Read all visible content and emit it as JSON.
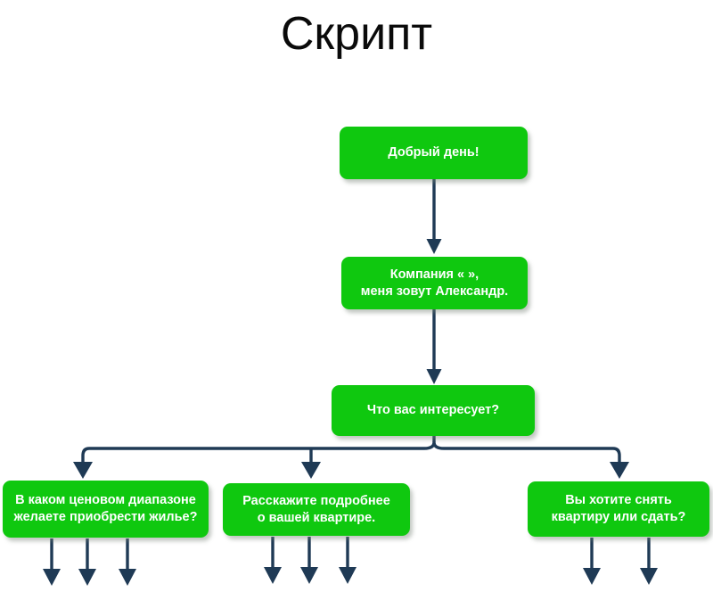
{
  "title": "Скрипт",
  "colors": {
    "node_fill": "#0fc80f",
    "node_text": "#ffffff",
    "connector": "#1f3a55",
    "title_text": "#0a0a0a",
    "background": "#ffffff"
  },
  "nodes": {
    "greeting": {
      "lines": [
        "Добрый день!"
      ]
    },
    "company": {
      "lines": [
        "Компания «        »,",
        "меня зовут Александр."
      ]
    },
    "interest": {
      "lines": [
        "Что вас интересует?"
      ]
    },
    "price_range": {
      "lines": [
        "В каком ценовом диапазоне",
        "желаете приобрести жилье?"
      ]
    },
    "apartment_details": {
      "lines": [
        "Расскажите подробнее",
        "о вашей квартире."
      ]
    },
    "rent_or_lease": {
      "lines": [
        "Вы хотите снять",
        "квартиру или сдать?"
      ]
    }
  },
  "chart_data": {
    "type": "diagram",
    "title": "Скрипт",
    "diagram_kind": "flowchart",
    "orientation": "top-down",
    "node_list": [
      {
        "id": "greeting",
        "label": "Добрый день!",
        "level": 0
      },
      {
        "id": "company",
        "label": "Компания «        », меня зовут Александр.",
        "level": 1
      },
      {
        "id": "interest",
        "label": "Что вас интересует?",
        "level": 2
      },
      {
        "id": "price_range",
        "label": "В каком ценовом диапазоне желаете приобрести жилье?",
        "level": 3
      },
      {
        "id": "apartment_details",
        "label": "Расскажите подробнее о вашей квартире.",
        "level": 3
      },
      {
        "id": "rent_or_lease",
        "label": "Вы хотите снять квартиру или сдать?",
        "level": 3
      }
    ],
    "edges": [
      {
        "from": "greeting",
        "to": "company"
      },
      {
        "from": "company",
        "to": "interest"
      },
      {
        "from": "interest",
        "to": "price_range"
      },
      {
        "from": "interest",
        "to": "apartment_details"
      },
      {
        "from": "interest",
        "to": "rent_or_lease"
      }
    ],
    "open_branch_counts": {
      "price_range": 3,
      "apartment_details": 3,
      "rent_or_lease": 2
    }
  }
}
